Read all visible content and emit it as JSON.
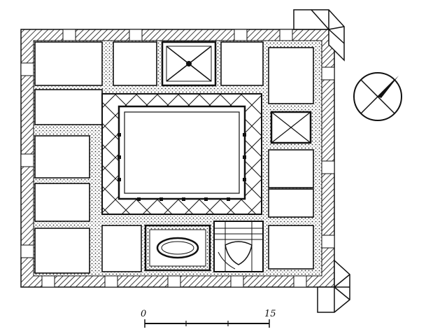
{
  "figure": {
    "type": "architectural floor plan",
    "scale_bar": {
      "start_label": "0",
      "end_label": "15"
    },
    "north_arrow": "compass-circle-icon",
    "colors": {
      "ink": "#111111",
      "paper": "#ffffff"
    }
  }
}
